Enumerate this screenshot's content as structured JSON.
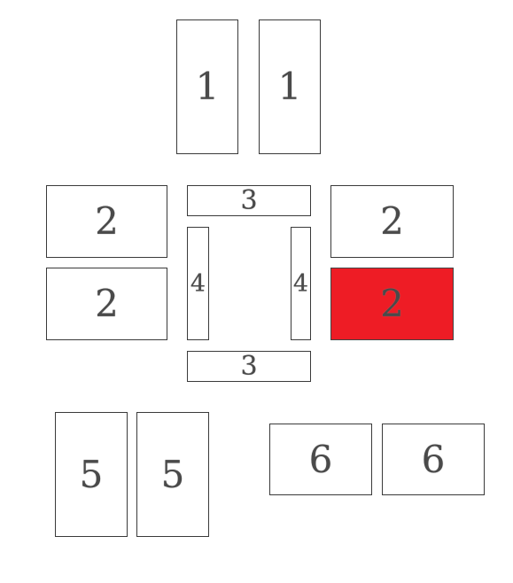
{
  "colors": {
    "highlight_fill": "#ee1c25",
    "border": "#3a3a3a",
    "label": "#4a4a4a"
  },
  "pieces": [
    {
      "label": "1",
      "highlighted": false
    },
    {
      "label": "1",
      "highlighted": false
    },
    {
      "label": "2",
      "highlighted": false
    },
    {
      "label": "2",
      "highlighted": false
    },
    {
      "label": "2",
      "highlighted": false
    },
    {
      "label": "2",
      "highlighted": true
    },
    {
      "label": "3",
      "highlighted": false
    },
    {
      "label": "3",
      "highlighted": false
    },
    {
      "label": "4",
      "highlighted": false
    },
    {
      "label": "4",
      "highlighted": false
    },
    {
      "label": "5",
      "highlighted": false
    },
    {
      "label": "5",
      "highlighted": false
    },
    {
      "label": "6",
      "highlighted": false
    },
    {
      "label": "6",
      "highlighted": false
    }
  ]
}
